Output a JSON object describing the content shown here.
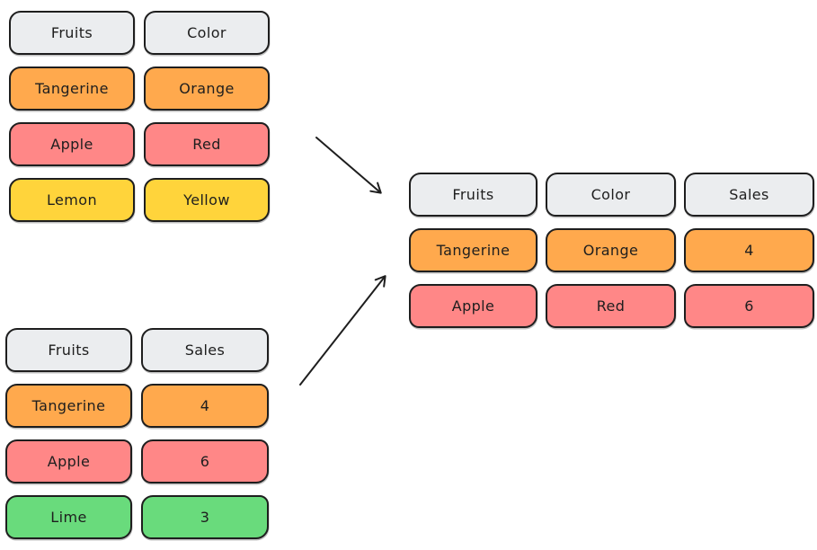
{
  "colors": {
    "stroke": "#1e1e1e",
    "header_fill": "#ebedef",
    "orange_fill": "#ffa94d",
    "red_fill": "#ff8787",
    "yellow_fill": "#ffd43b",
    "green_fill": "#69db7c",
    "background": "#ffffff"
  },
  "fruit_color_table": {
    "headers": [
      "Fruits",
      "Color"
    ],
    "rows": [
      [
        "Tangerine",
        "Orange"
      ],
      [
        "Apple",
        "Red"
      ],
      [
        "Lemon",
        "Yellow"
      ]
    ],
    "row_colors": [
      "orange",
      "red",
      "yellow"
    ]
  },
  "fruit_sales_table": {
    "headers": [
      "Fruits",
      "Sales"
    ],
    "rows": [
      [
        "Tangerine",
        "4"
      ],
      [
        "Apple",
        "6"
      ],
      [
        "Lime",
        "3"
      ]
    ],
    "row_colors": [
      "orange",
      "red",
      "green"
    ]
  },
  "result_table": {
    "headers": [
      "Fruits",
      "Color",
      "Sales"
    ],
    "rows": [
      [
        "Tangerine",
        "Orange",
        "4"
      ],
      [
        "Apple",
        "Red",
        "6"
      ]
    ],
    "row_colors": [
      "orange",
      "red"
    ]
  }
}
